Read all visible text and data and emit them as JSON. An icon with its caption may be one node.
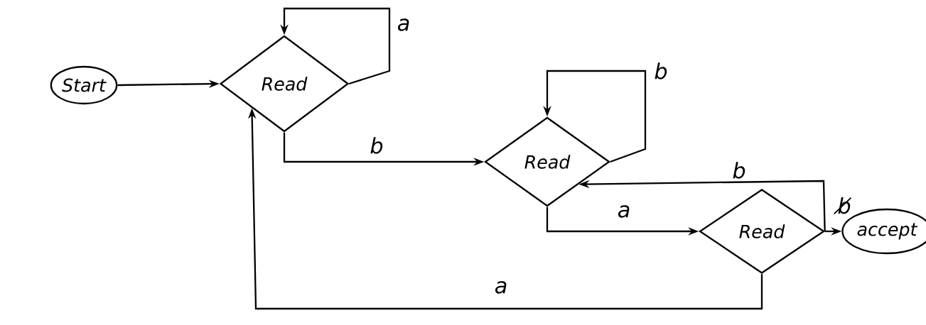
{
  "diagram": {
    "nodes": [
      {
        "text": [
          "Start"
        ]
      },
      {
        "text": [
          "Read"
        ]
      },
      {
        "text": [
          "Read"
        ]
      },
      {
        "text": [
          "Read"
        ]
      },
      {
        "text": [
          "accept"
        ]
      }
    ],
    "edges": [
      {
        "from": 0,
        "to": 1,
        "arrow": "to"
      },
      {
        "from": 1,
        "to": 1,
        "arrow": "to",
        "label": "a"
      },
      {
        "from": 1,
        "to": 2,
        "arrow": "to",
        "label": "b"
      },
      {
        "from": 2,
        "to": 2,
        "arrow": "to",
        "label": "b"
      },
      {
        "from": 2,
        "to": 3,
        "arrow": "to",
        "label": "a"
      },
      {
        "from": 3,
        "to": 2,
        "arrow": "to",
        "label": "b"
      },
      {
        "from": 3,
        "to": 4,
        "arrow": "to",
        "label": "b̸"
      },
      {
        "from": 3,
        "to": 1,
        "arrow": "to",
        "label": "a"
      }
    ]
  }
}
